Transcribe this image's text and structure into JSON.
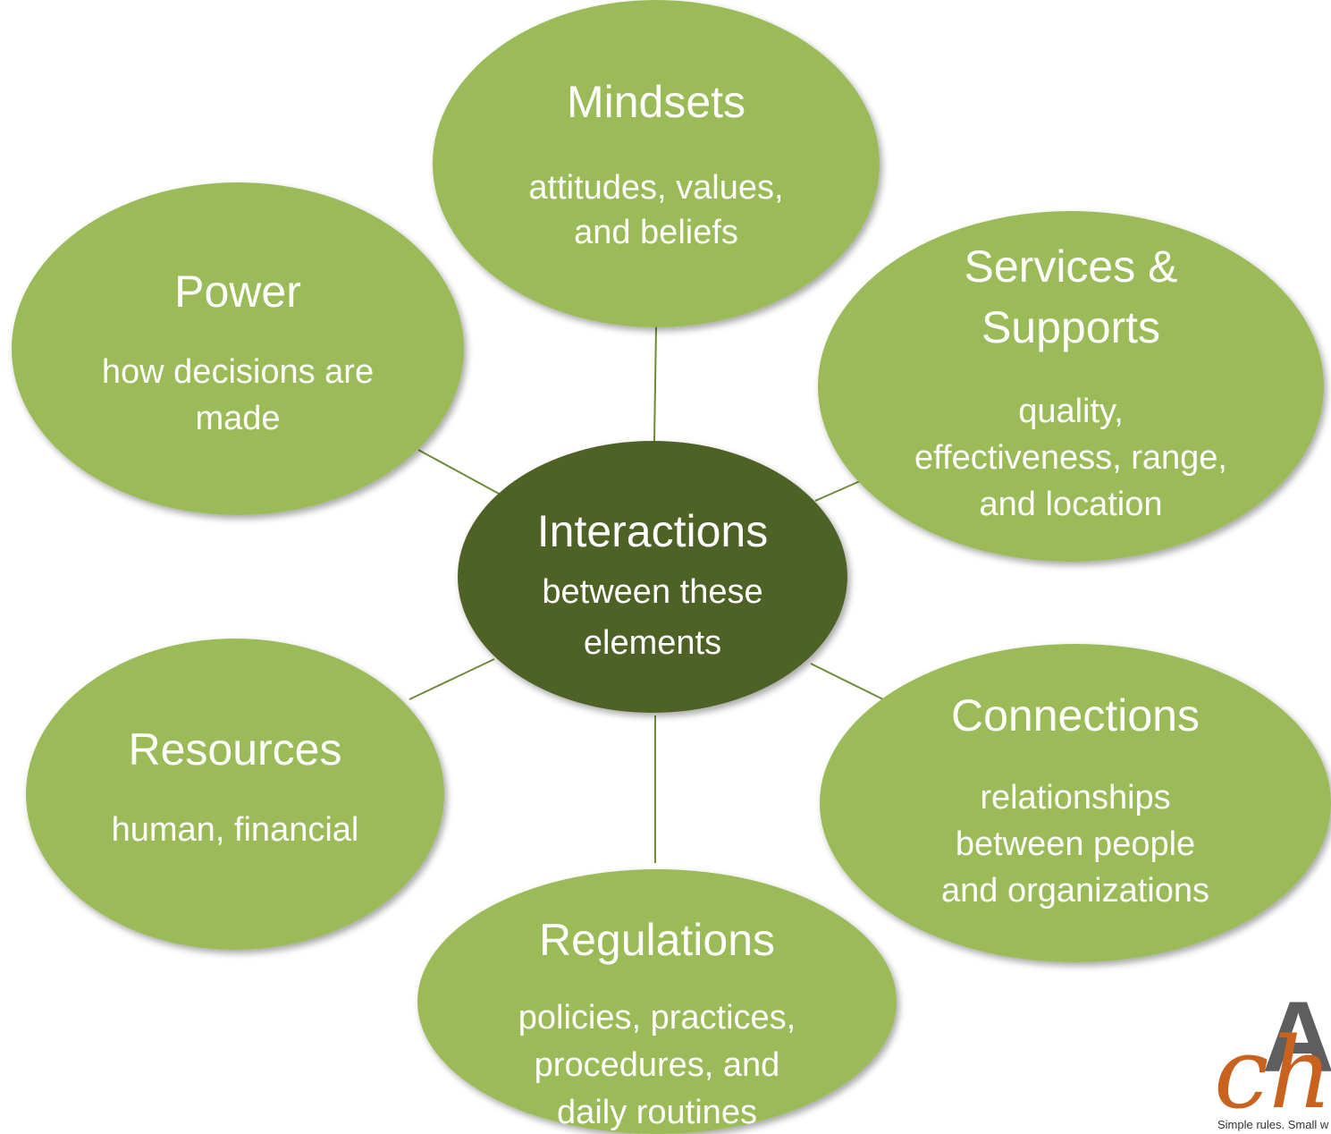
{
  "hub": {
    "title": "Interactions",
    "desc_lines": [
      "between these",
      "elements"
    ]
  },
  "nodes": [
    {
      "id": "mindsets",
      "title_lines": [
        "Mindsets"
      ],
      "desc_lines": [
        "attitudes, values,",
        "and beliefs"
      ]
    },
    {
      "id": "power",
      "title_lines": [
        "Power"
      ],
      "desc_lines": [
        "how decisions are",
        "made"
      ]
    },
    {
      "id": "services",
      "title_lines": [
        "Services &",
        "Supports"
      ],
      "desc_lines": [
        "quality,",
        "effectiveness, range,",
        "and location"
      ]
    },
    {
      "id": "resources",
      "title_lines": [
        "Resources"
      ],
      "desc_lines": [
        "human, financial"
      ]
    },
    {
      "id": "connections",
      "title_lines": [
        "Connections"
      ],
      "desc_lines": [
        "relationships",
        "between people",
        "and organizations"
      ]
    },
    {
      "id": "regulations",
      "title_lines": [
        "Regulations"
      ],
      "desc_lines": [
        "policies, practices,",
        "procedures, and",
        "daily routines"
      ]
    }
  ],
  "logo": {
    "mark_top": "AB",
    "mark_bottom": "cha",
    "tagline": "Simple rules. Small w"
  },
  "colors": {
    "node_fill": "#9bbb59",
    "hub_fill": "#4f6228",
    "connector": "#6f8a3a",
    "text": "#ffffff"
  }
}
